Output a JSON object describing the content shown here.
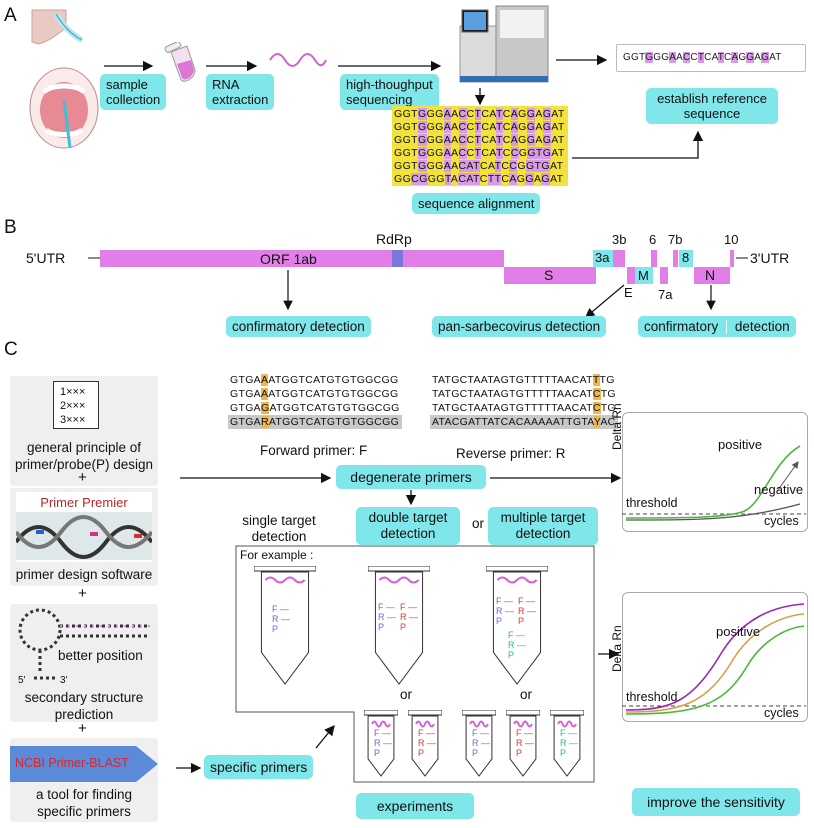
{
  "sections": {
    "a": "A",
    "b": "B",
    "c": "C"
  },
  "colors": {
    "cyan": "#7fe6ea",
    "magenta": "#e27ee8",
    "rdrp": "#7777dd",
    "seq_yellow": "#f2e23c",
    "seq_mismatch": "#d99be6",
    "green_curve": "#49b83a",
    "purple_curve": "#a020c0",
    "orange_curve": "#d8a04a"
  },
  "panelA": {
    "sample_collection": "sample\ncollection",
    "rna_extraction": "RNA\nextraction",
    "hts": "high-thoughput\nsequencing",
    "reference_seq": "GGTGGGAACCTCATCAGGAGAT",
    "establish": "establish reference\nsequence",
    "alignment": [
      "GGTGGGAACCTCATCAGGAGAT",
      "GGTGGGAACCTCATCAGGAGAT",
      "GGTGGGAACCTCATCAGGAGAT",
      "GGTGGGAACCTCATCCGGTGAT",
      "GGTGGGAACATCATCCGGTGAT",
      "GGCGGGTACATCTTCAGGAGAT"
    ],
    "sequence_alignment": "sequence alignment"
  },
  "panelB": {
    "utr5": "5'UTR",
    "utr3": "3'UTR",
    "orf1ab": "ORF 1ab",
    "rdrp": "RdRp",
    "s": "S",
    "g3a": "3a",
    "g3b": "3b",
    "g6": "6",
    "g7b": "7b",
    "g8": "8",
    "g10": "10",
    "m": "M",
    "e": "E",
    "g7a": "7a",
    "n": "N",
    "confirm_left": "confirmatory  detection",
    "pan_sarbeco": "pan-sarbecovirus detection",
    "confirm_right_a": "confirmatory",
    "confirm_right_b": "detection"
  },
  "panelC": {
    "principle_box": [
      "1×××",
      "2×××",
      "3×××"
    ],
    "principle_caption": "general principle of\nprimer/probe(P) design",
    "plus": "+",
    "primer_premier": "Primer Premier",
    "software_caption": "primer design software",
    "better_position": "better position",
    "five_prime": "5'",
    "three_prime": "3'",
    "secondary_caption": "secondary structure\nprediction",
    "ncbi": "NCBI Primer-BLAST",
    "ncbi_caption": "a tool for finding\nspecific primers",
    "fwd_seqs": [
      "GTGAAATGGTCATGTGTGGCGG",
      "GTGAAATGGTCATGTGTGGCGG",
      "GTGAGATGGTCATGTGTGGCGG",
      "GTGARATGGTCATGTGTGGCGG"
    ],
    "rev_seqs": [
      "TATGCTAATAGTGTTTTTAACATTTG",
      "TATGCTAATAGTGTTTTTAACATCTG",
      "TATGCTAATAGTGTTTTTAACATCTG",
      "ATACGATTATCACAAAAATTGTAYAC"
    ],
    "forward_primer": "Forward primer: F",
    "reverse_primer": "Reverse primer: R",
    "degenerate": "degenerate primers",
    "single_target": "single target\ndetection",
    "double_target": "double target\ndetection",
    "or": "or",
    "multiple_target": "multiple target\ndetection",
    "for_example": "For example :",
    "specific_primers": "specific primers",
    "experiments": "experiments",
    "improve": "improve the sensitivity",
    "tube_labels": {
      "f": "F",
      "r": "R",
      "p": "P"
    },
    "graph1": {
      "ylabel": "Delta Rn",
      "positive": "positive",
      "negative": "negative",
      "threshold": "threshold",
      "cycles": "cycles"
    },
    "graph2": {
      "ylabel": "Delta Rn",
      "positive": "positive",
      "threshold": "threshold",
      "cycles": "cycles"
    }
  }
}
